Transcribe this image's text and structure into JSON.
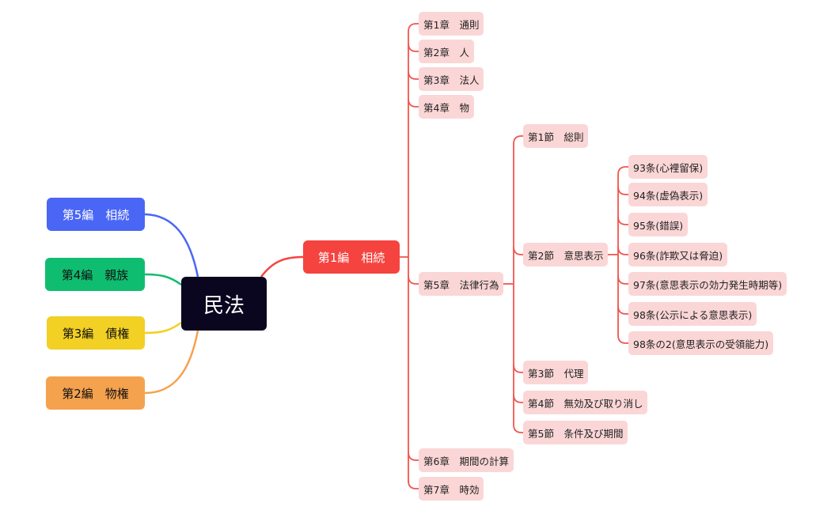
{
  "root": "民法",
  "books": {
    "b5": "第5編　相続",
    "b4": "第4編　親族",
    "b3": "第3編　債権",
    "b2": "第2編　物権",
    "b1": "第1編　相続"
  },
  "chapters": [
    "第1章　通則",
    "第2章　人",
    "第3章　法人",
    "第4章　物",
    "第5章　法律行為",
    "第6章　期間の計算",
    "第7章　時効"
  ],
  "sections": [
    "第1節　総則",
    "第2節　意思表示",
    "第3節　代理",
    "第4節　無効及び取り消し",
    "第5節　条件及び期間"
  ],
  "articles": [
    "93条(心裡留保)",
    "94条(虚偽表示)",
    "95条(錯誤)",
    "96条(詐欺又は脅迫)",
    "97条(意思表示の効力発生時期等)",
    "98条(公示による意思表示)",
    "98条の2(意思表示の受領能力)"
  ],
  "colors": {
    "root": "#0b0620",
    "blue": "#4a66f5",
    "green": "#0fbd71",
    "yellow": "#f2d024",
    "orange": "#f5a24e",
    "red": "#f5433f",
    "leaf_bg": "#fbd6d6"
  }
}
